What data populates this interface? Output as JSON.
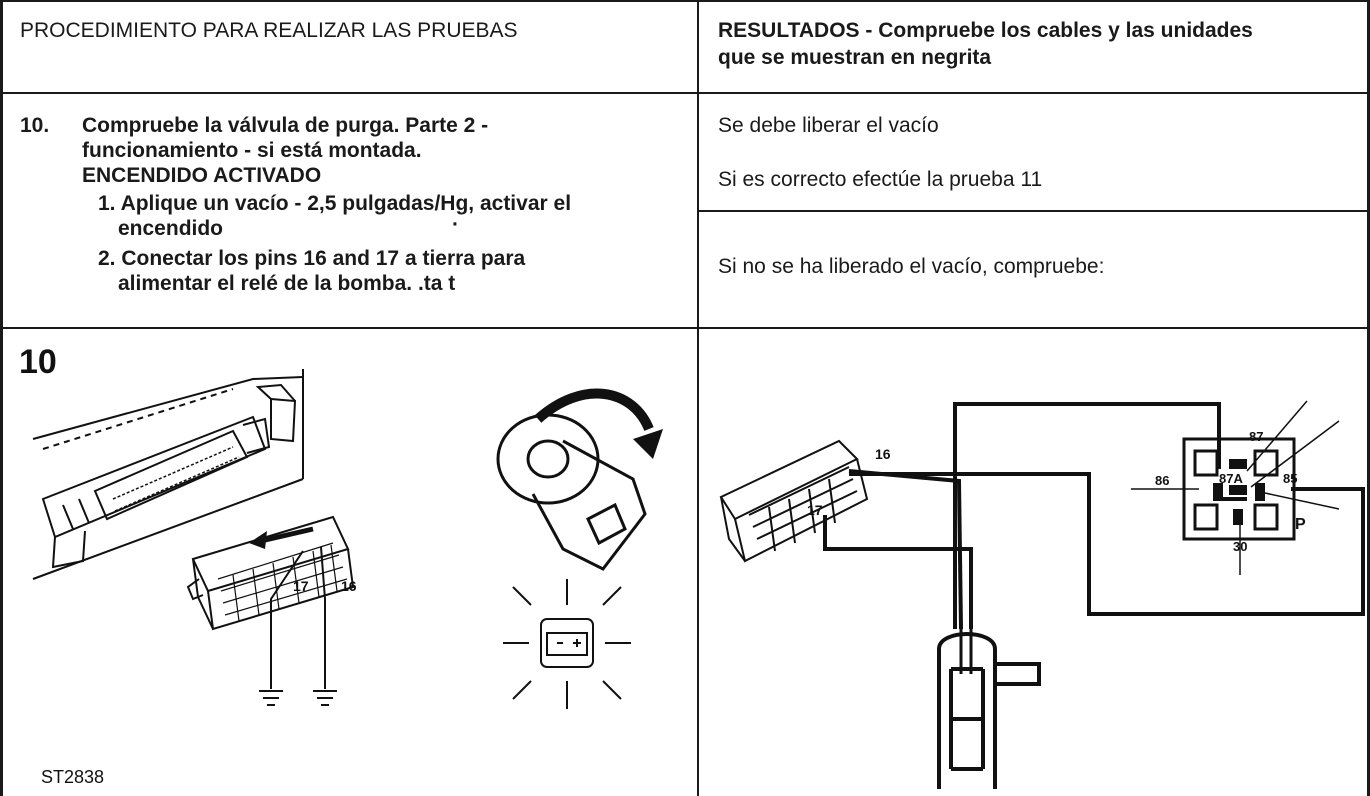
{
  "header": {
    "left": "PROCEDIMIENTO PARA REALIZAR LAS PRUEBAS",
    "right_line1": "RESULTADOS - Compruebe los cables y las unidades",
    "right_line2": "que se muestran en negrita"
  },
  "step": {
    "number": "10.",
    "title_line1": "Compruebe la válvula de purga. Parte 2 -",
    "title_line2": "funcionamiento - si está montada.",
    "condition": "ENCENDIDO ACTIVADO",
    "substeps": [
      {
        "line1": "1. Aplique un vacío - 2,5 pulgadas/Hg, activar el",
        "line2": "encendido"
      },
      {
        "line1": "2. Conectar los pins 16 and 17 a tierra para",
        "line2": "alimentar el relé de la bomba. .ta t"
      }
    ]
  },
  "results": {
    "r1": "Se debe liberar el vacío",
    "r2": "Si es correcto efectúe la prueba 11",
    "r3": "Si no se ha liberado el vacío, compruebe:"
  },
  "figure": {
    "number": "10",
    "code": "ST2838",
    "left_pins": [
      "17",
      "16"
    ],
    "right_pins": [
      "16",
      "17"
    ],
    "relay_labels": [
      "87",
      "86",
      "87A",
      "85",
      "30",
      "P"
    ]
  }
}
